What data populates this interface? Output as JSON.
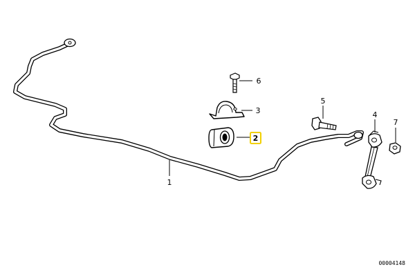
{
  "callouts": {
    "c1": "1",
    "c2": "2",
    "c3": "3",
    "c4": "4",
    "c5": "5",
    "c6": "6",
    "c7": "7"
  },
  "highlight_color": "#f2d000",
  "diagram_id": "00004148"
}
